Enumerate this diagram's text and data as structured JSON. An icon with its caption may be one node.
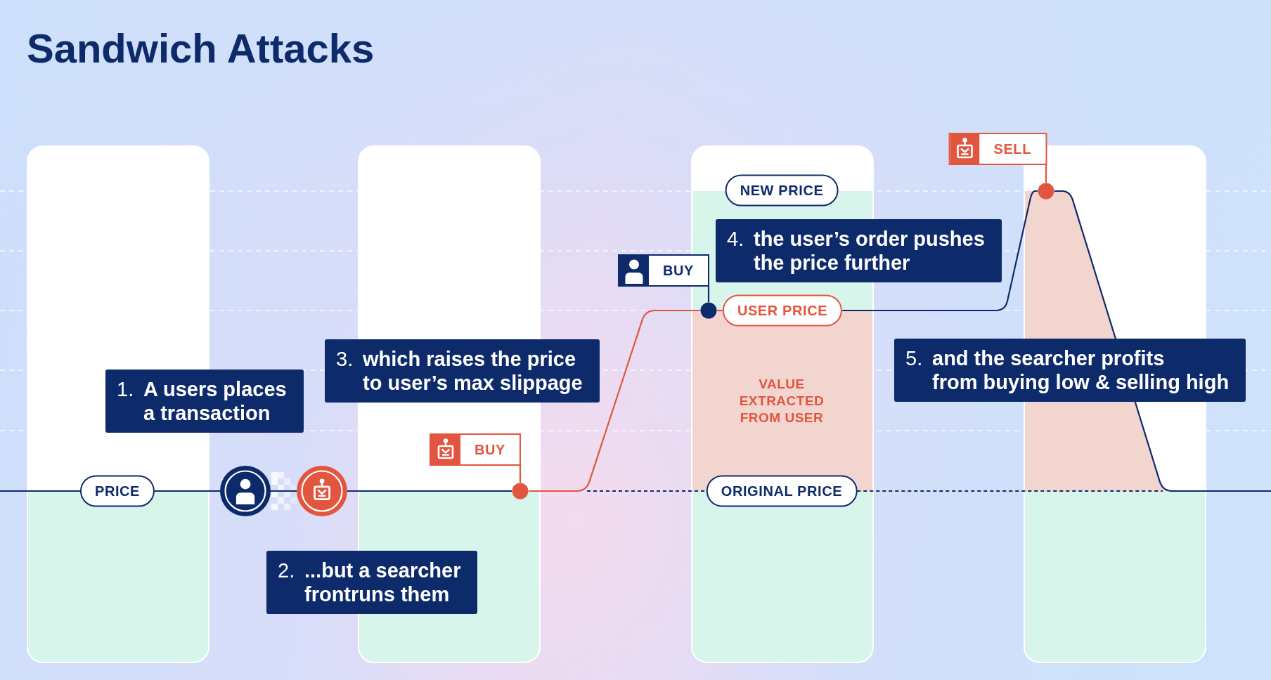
{
  "diagram": {
    "title": "Sandwich Attacks",
    "nodes": [
      {
        "text": [
          "1.",
          "A users places a transaction"
        ]
      },
      {
        "text": [
          "PRICE"
        ]
      },
      {
        "text": [],
        "shape": "person"
      },
      {
        "text": [],
        "shape": "picture"
      },
      {
        "text": [
          "2.",
          "...but a searcher frontruns them"
        ]
      },
      {
        "text": [
          "BUY"
        ]
      },
      {
        "text": [],
        "shape": "circle"
      },
      {
        "text": [
          "3.",
          "which raises the price to user’s max slippage"
        ]
      },
      {
        "text": [
          "NEW PRICE"
        ]
      },
      {
        "text": [
          "BUY"
        ]
      },
      {
        "text": [],
        "shape": "circle"
      },
      {
        "text": [
          "USER PRICE"
        ]
      },
      {
        "text": [
          "ORIGINAL PRICE"
        ]
      },
      {
        "text": [
          "4.",
          "the user’s order pushes the price further"
        ]
      },
      {
        "text": [
          "SELL"
        ]
      },
      {
        "text": [],
        "shape": "circle"
      },
      {
        "text": [
          "5.",
          "and the searcher profits from buying low & selling high"
        ]
      }
    ],
    "edges": [
      {
        "from": null,
        "to": 1,
        "arrow": "none"
      },
      {
        "from": 1,
        "to": 2,
        "arrow": "none"
      },
      {
        "from": 2,
        "to": 3,
        "arrow": "none"
      },
      {
        "from": 3,
        "to": 6,
        "arrow": "none"
      },
      {
        "from": 5,
        "to": 6,
        "arrow": "none",
        "color": "#e2553f"
      },
      {
        "from": 6,
        "to": 10,
        "arrow": "none",
        "color": "#e2553f"
      },
      {
        "from": 9,
        "to": 10,
        "arrow": "none"
      },
      {
        "from": 10,
        "to": 11,
        "arrow": "none",
        "color": "#e2553f"
      },
      {
        "from": 11,
        "to": 15,
        "arrow": "none"
      },
      {
        "from": 14,
        "to": 15,
        "arrow": "none",
        "color": "#e2553f"
      },
      {
        "from": 15,
        "to": null,
        "arrow": "none"
      },
      {
        "from": null,
        "to": 12,
        "arrow": "none",
        "style": "dashed"
      },
      {
        "from": 12,
        "to": null,
        "arrow": "none",
        "style": "dashed"
      }
    ],
    "labels": [
      "VALUE EXTRACTED FROM USER"
    ]
  }
}
